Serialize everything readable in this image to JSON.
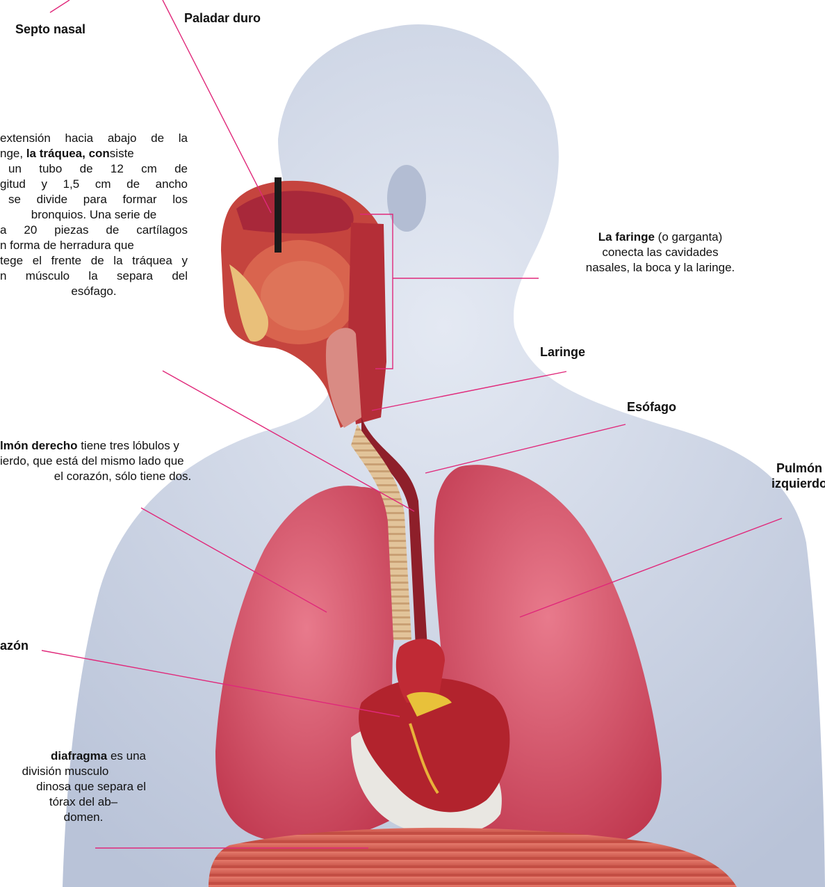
{
  "colors": {
    "leader_line": "#e0287a",
    "body_silhouette": "#c9d2e4",
    "lung": "#d9506a",
    "trachea": "#e8c9a0",
    "heart": "#b8232e",
    "diaphragm": "#d8665e",
    "head_cavity": "#b8302f"
  },
  "labels": {
    "septo_nasal": "Septo nasal",
    "paladar_duro": "Paladar duro",
    "laringe": "Laringe",
    "esofago": "Esófago",
    "pulmon_izq_1": "Pulmón",
    "pulmon_izq_2": "izquierdo",
    "corazon": "azón"
  },
  "trachea_text": {
    "l1": "extensión hacia abajo de la",
    "l2a": "nge, ",
    "l2b": "la tráquea, con",
    "l2c": "siste",
    "l3": "un tubo de 12 cm de",
    "l4": "gitud y 1,5 cm de ancho",
    "l5": "se divide para formar los",
    "l6": "bronquios. Una serie de",
    "l7": "a 20 piezas de cartílagos",
    "l8": "n forma de herradura que",
    "l9": "tege el frente de la tráquea y",
    "l10": "n músculo la separa del",
    "l11": "esófago."
  },
  "faringe_text": {
    "bold": "La faringe",
    "rest1": " (o garganta)",
    "l2": "conecta las cavidades",
    "l3": "nasales, la boca y la laringe."
  },
  "pulmon_text": {
    "bold": "lmón derecho",
    "rest1": " tiene tres lóbulos y",
    "l2": "ierdo, que está del mismo lado que",
    "l3": "el corazón, sólo tiene dos."
  },
  "diafragma_text": {
    "bold": "diafragma",
    "rest1": " es una",
    "l2": "división musculo",
    "l3": "dinosa que separa el",
    "l4": "tórax del ab–",
    "l5": "domen."
  }
}
